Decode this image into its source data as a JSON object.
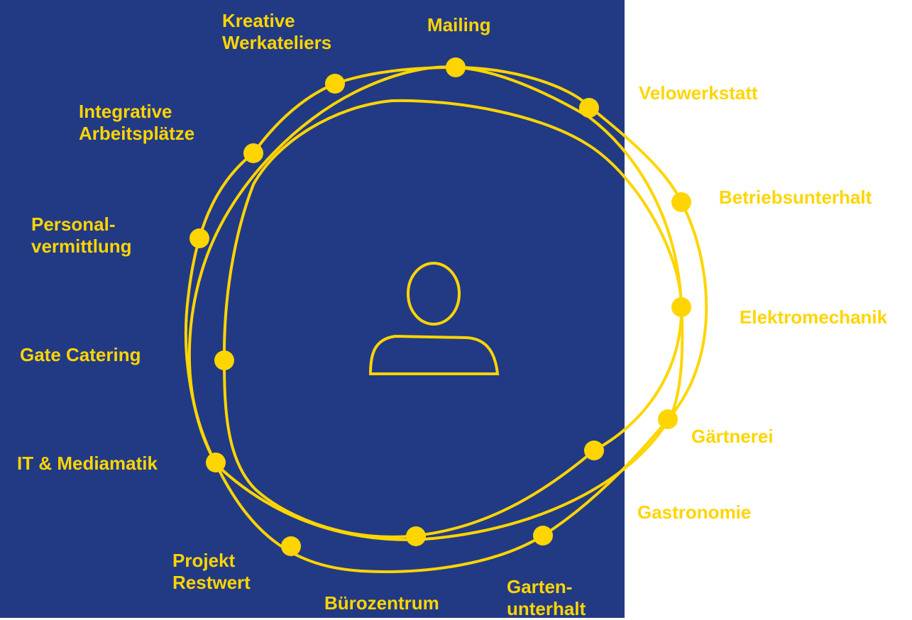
{
  "colors": {
    "background": "#223A84",
    "accent": "#FFD500",
    "page": "#FFFFFF"
  },
  "center_icon": "person-icon",
  "labels": {
    "kreative": [
      "Kreative",
      "Werkateliers"
    ],
    "mailing": [
      "Mailing"
    ],
    "velowerkstatt": [
      "Velowerkstatt"
    ],
    "integrative": [
      "Integrative",
      "Arbeitsplätze"
    ],
    "betriebsunterhalt": [
      "Betriebsunterhalt"
    ],
    "personal": [
      "Personal-",
      "vermittlung"
    ],
    "elektromechanik": [
      "Elektromechanik"
    ],
    "gate": [
      "Gate Catering"
    ],
    "gaertnerei": [
      "Gärtnerei"
    ],
    "it": [
      "IT & Mediamatik"
    ],
    "gastronomie": [
      "Gastronomie"
    ],
    "projekt": [
      "Projekt",
      "Restwert"
    ],
    "buerozentrum": [
      "Bürozentrum"
    ],
    "garten": [
      "Garten-",
      "unterhalt"
    ]
  }
}
